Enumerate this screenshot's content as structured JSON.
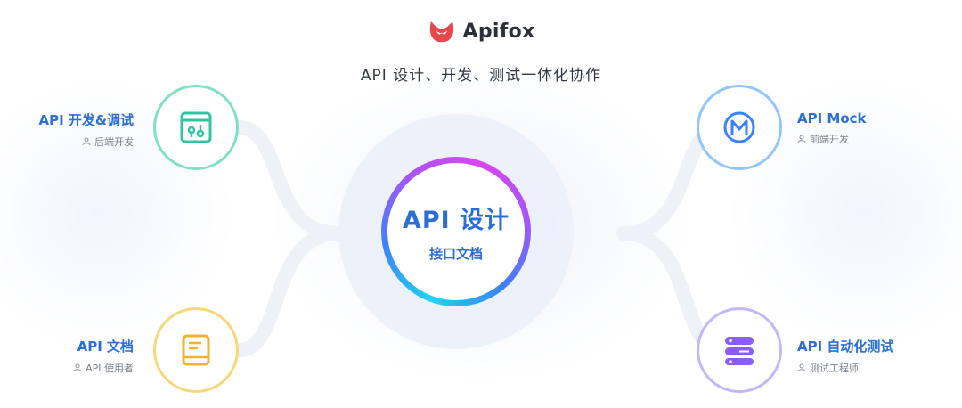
{
  "brand": {
    "name": "Apifox",
    "logo_icon": "fox-logo-icon",
    "color": "#e5484d"
  },
  "tagline": "API 设计、开发、测试一体化协作",
  "center": {
    "title": "API 设计",
    "subtitle": "接口文档"
  },
  "nodes": [
    {
      "title": "API 开发&调试",
      "role": "后端开发",
      "icon": "debug-panel-icon",
      "color": "#2fc4a0"
    },
    {
      "title": "API 文档",
      "role": "API 使用者",
      "icon": "book-icon",
      "color": "#f2b32c"
    },
    {
      "title": "API Mock",
      "role": "前端开发",
      "icon": "mock-m-icon",
      "color": "#3b82f6"
    },
    {
      "title": "API 自动化测试",
      "role": "测试工程师",
      "icon": "server-stack-icon",
      "color": "#8b5cf6"
    }
  ]
}
